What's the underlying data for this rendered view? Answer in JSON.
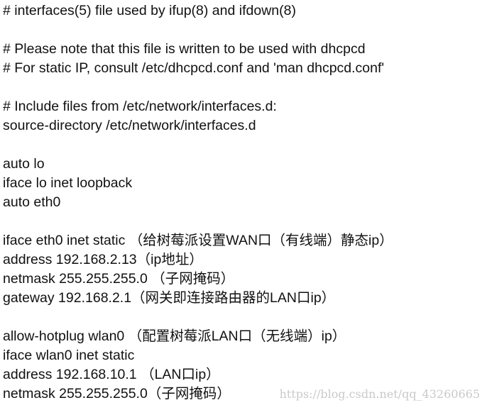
{
  "lines": [
    "# interfaces(5) file used by ifup(8) and ifdown(8)",
    "",
    "# Please note that this file is written to be used with dhcpcd",
    "# For static IP, consult /etc/dhcpcd.conf and 'man dhcpcd.conf'",
    "",
    "# Include files from /etc/network/interfaces.d:",
    "source-directory /etc/network/interfaces.d",
    "",
    "auto lo",
    "iface lo inet loopback",
    "auto eth0",
    "",
    "iface eth0 inet static （给树莓派设置WAN口（有线端）静态ip）",
    "address 192.168.2.13（ip地址）",
    "netmask 255.255.255.0 （子网掩码）",
    "gateway 192.168.2.1（网关即连接路由器的LAN口ip）",
    "",
    "allow-hotplug wlan0 （配置树莓派LAN口（无线端）ip）",
    "iface wlan0 inet static",
    "address 192.168.10.1 （LAN口ip）",
    "netmask 255.255.255.0（子网掩码）"
  ],
  "watermark": "https://blog.csdn.net/qq_43260665"
}
